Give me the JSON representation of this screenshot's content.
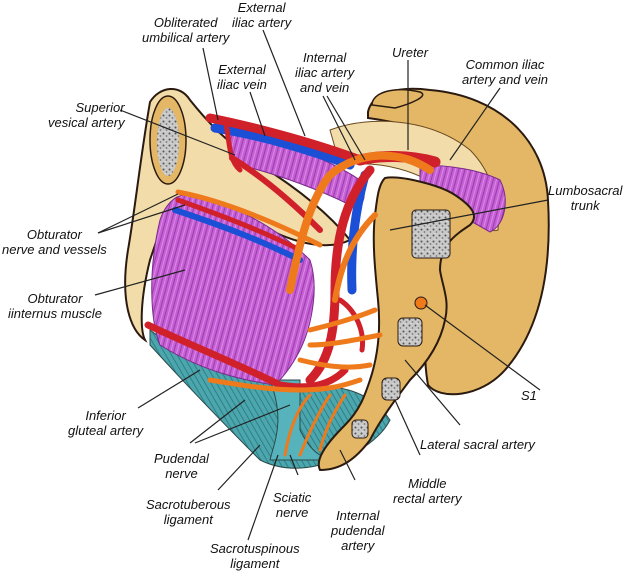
{
  "figure": {
    "title": "Lateral view of pelvic sidewall anatomy",
    "colors": {
      "bone": "#e3b765",
      "bone_light": "#f2dcaa",
      "cancellous": "#b9b9b9",
      "muscle": "#c45fd4",
      "ligament": "#4ca6ad",
      "artery": "#d0202a",
      "vein": "#1a4fd6",
      "nerve": "#ee7a1c",
      "outline": "#2b1a10"
    },
    "labels": {
      "obliterated_umbilical_artery": [
        "Obliterated",
        "umbilical artery"
      ],
      "external_iliac_artery": [
        "External",
        "iliac artery"
      ],
      "external_iliac_vein": [
        "External",
        "iliac vein"
      ],
      "internal_iliac_artery_vein": [
        "Internal",
        "iliac artery",
        "and vein"
      ],
      "ureter": [
        "Ureter"
      ],
      "common_iliac": [
        "Common iliac",
        "artery and vein"
      ],
      "superior_vesical_artery": [
        "Superior",
        "vesical artery"
      ],
      "lumbosacral_trunk": [
        "Lumbosacral",
        "trunk"
      ],
      "obturator_nerve_vessels": [
        "Obturator",
        "nerve and vessels"
      ],
      "obturator_internus": [
        "Obturator",
        "iinternus muscle"
      ],
      "s1": [
        "S1"
      ],
      "inferior_gluteal_artery": [
        "Inferior",
        "gluteal artery"
      ],
      "lateral_sacral_artery": [
        "Lateral sacral artery"
      ],
      "pudendal_nerve": [
        "Pudendal",
        "nerve"
      ],
      "middle_rectal_artery": [
        "Middle",
        "rectal artery"
      ],
      "sacrotuberous_ligament": [
        "Sacrotuberous",
        "ligament"
      ],
      "sciatic_nerve": [
        "Sciatic",
        "nerve"
      ],
      "internal_pudendal_artery": [
        "Internal",
        "pudendal",
        "artery"
      ],
      "sacrospinous_ligament": [
        "Sacrotuspinous",
        "ligament"
      ]
    }
  }
}
